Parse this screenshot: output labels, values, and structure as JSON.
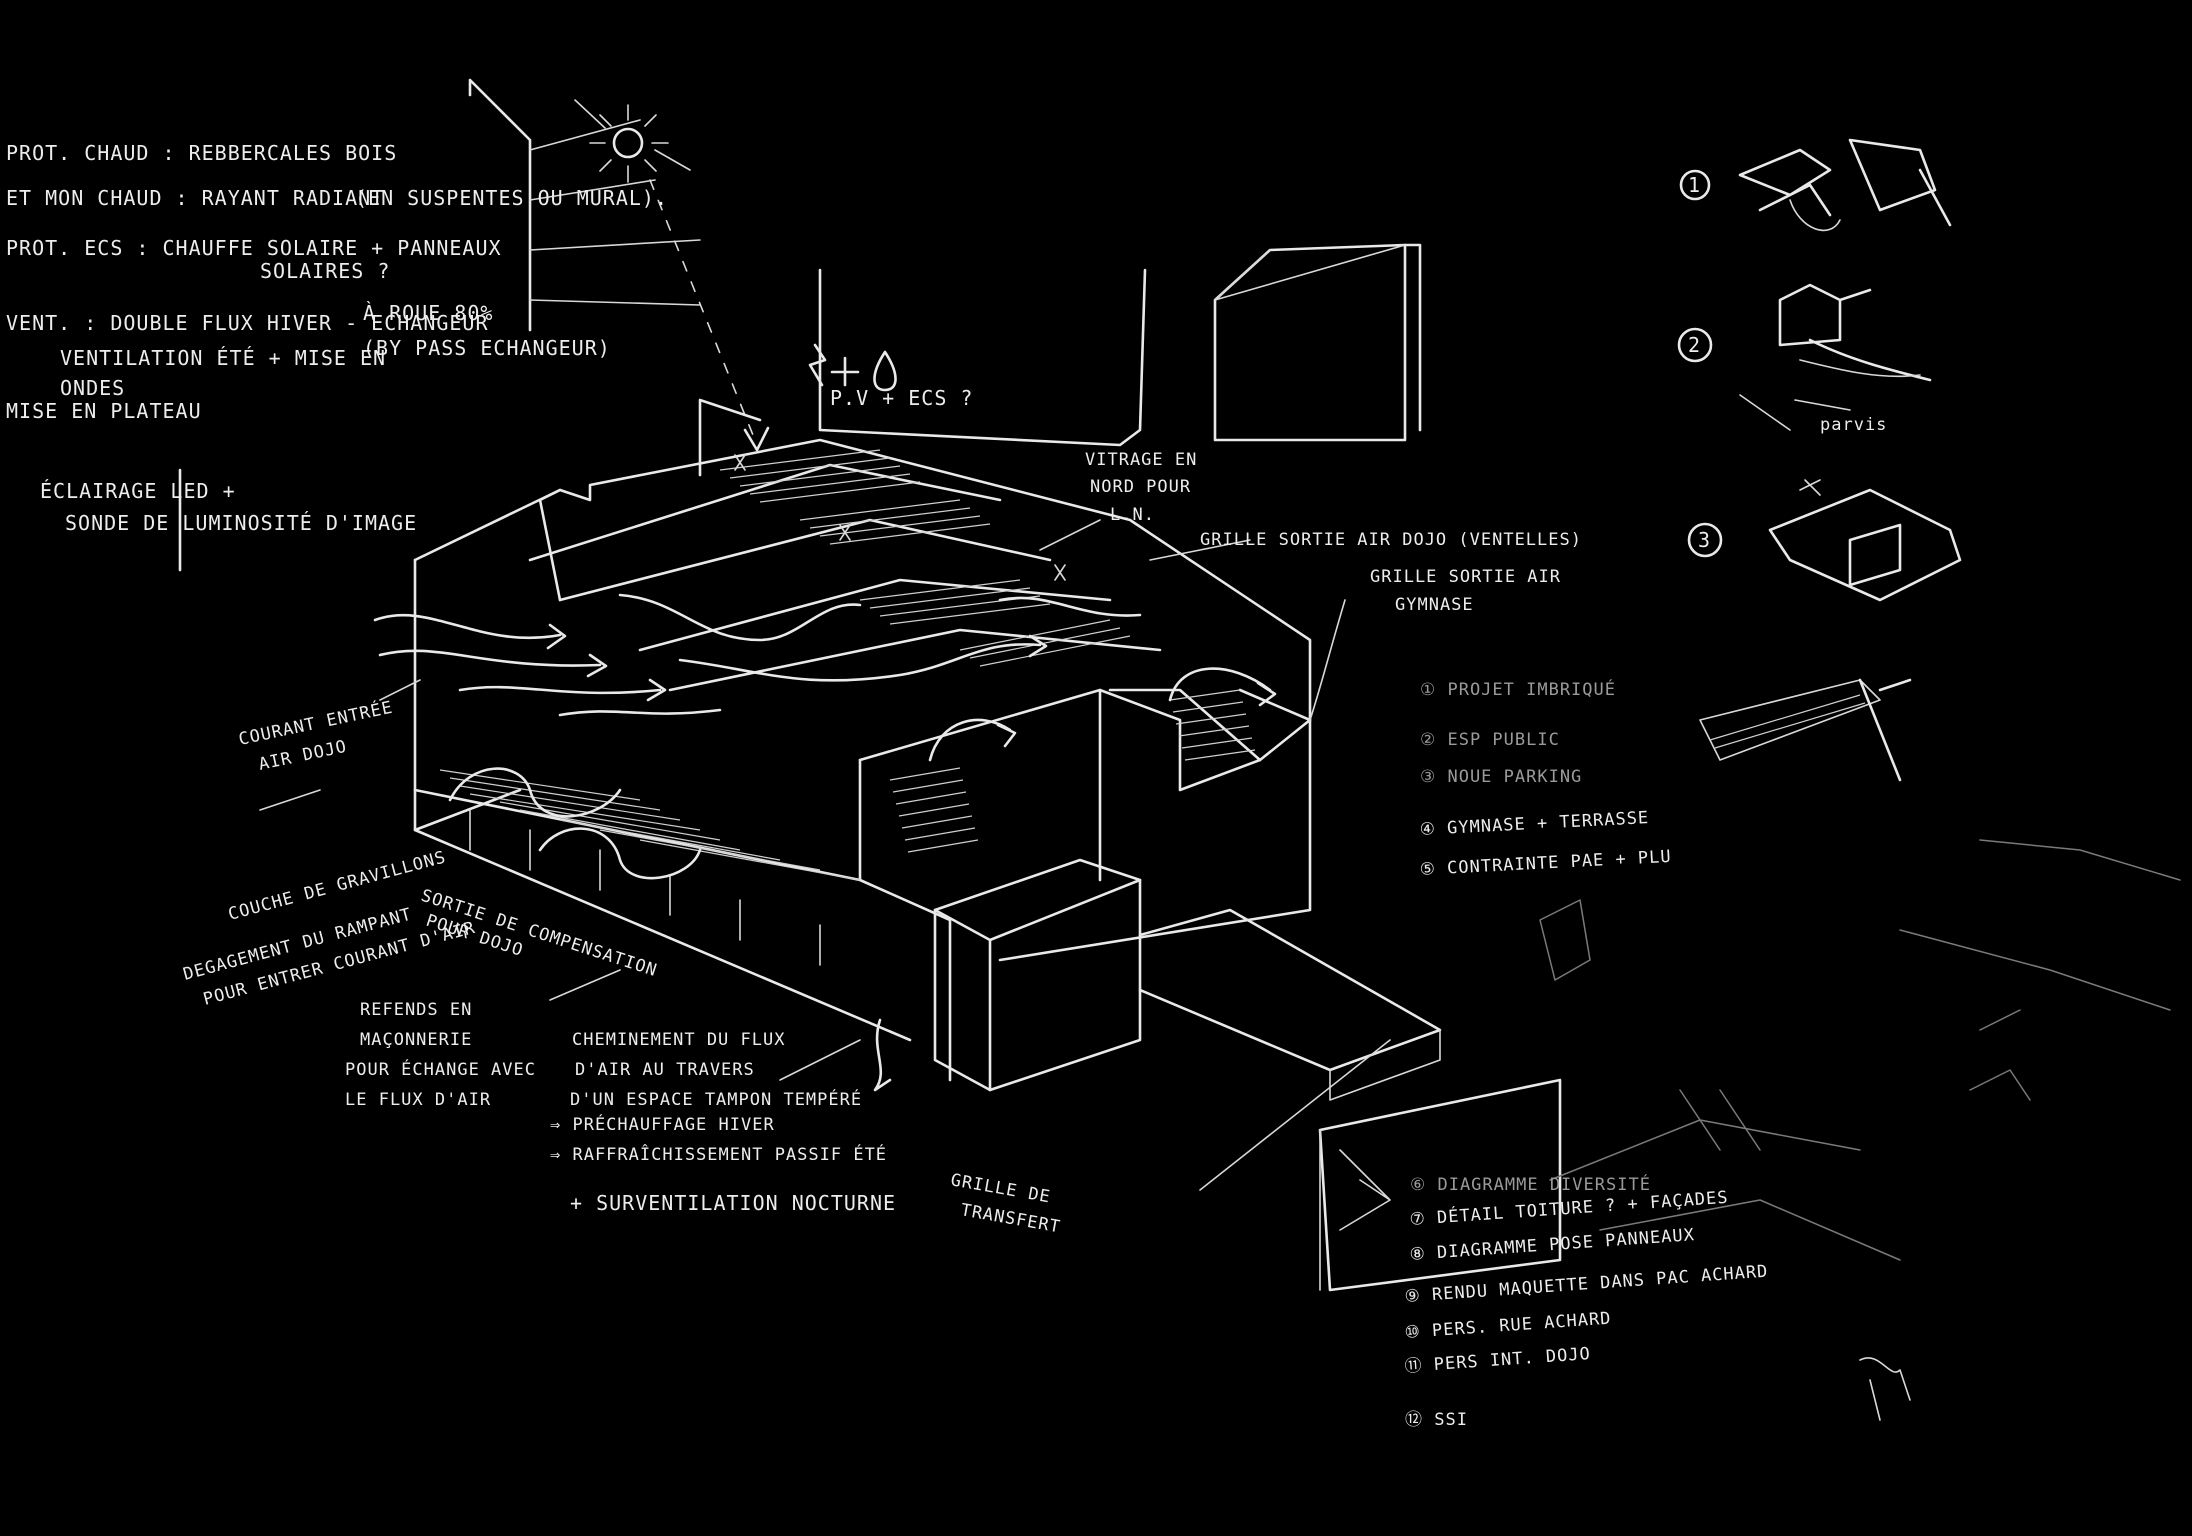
{
  "left_notes": [
    "PROT. CHAUD : REBBERCALES BOIS",
    "ET MON CHAUD : RAYANT RADIANT",
    "(EN SUSPENTES OU MURAL).",
    "PROT. ECS : CHAUFFE SOLAIRE + PANNEAUX",
    "SOLAIRES ?",
    "VENT. : DOUBLE FLUX HIVER - ECHANGEUR",
    "À ROUE 80%",
    "VENTILATION ÉTÉ + MISE EN",
    "(BY PASS ECHANGEUR)",
    "ONDES",
    "MISE EN PLATEAU",
    "ÉCLAIRAGE LED +",
    "SONDE DE LUMINOSITÉ D'IMAGE"
  ],
  "diagram_notes": {
    "sun_label": "P.V + ECS ?",
    "vitrage": [
      "VITRAGE EN",
      "NORD POUR",
      "L.N."
    ],
    "grille_dojo": "GRILLE SORTIE AIR DOJO (VENTELLES)",
    "grille_gym": [
      "GRILLE SORTIE AIR",
      "GYMNASE"
    ],
    "courant": [
      "COURANT ENTRÉE",
      "AIR DOJO"
    ],
    "couche": "COUCHE DE GRAVILLONS",
    "degagement": [
      "DEGAGEMENT DU RAMPANT",
      "POUR ENTRER COURANT D'AIR"
    ],
    "sortie": [
      "SORTIE DE COMPENSATION",
      "POUR DOJO"
    ],
    "refends": [
      "REFENDS EN",
      "MAÇONNERIE",
      "POUR ÉCHANGE AVEC",
      "LE FLUX D'AIR"
    ],
    "cheminement": [
      "CHEMINEMENT DU FLUX",
      "D'AIR AU TRAVERS",
      "D'UN ESPACE TAMPON TEMPÉRÉ",
      "⇒ PRÉCHAUFFAGE HIVER",
      "⇒ RAFFRAÎCHISSEMENT PASSIF ÉTÉ"
    ],
    "surventilation": "+ SURVENTILATION NOCTURNE",
    "grille_transfert": [
      "GRILLE DE",
      "TRANSFERT"
    ]
  },
  "concept_sketches": [
    {
      "number": "1"
    },
    {
      "number": "2",
      "label": "parvis"
    },
    {
      "number": "3"
    }
  ],
  "checklist_top": [
    "① PROJET IMBRIQUÉ",
    "② ESP PUBLIC",
    "③ NOUE PARKING",
    "④ GYMNASE + TERRASSE",
    "⑤ CONTRAINTE PAE + PLU"
  ],
  "checklist_bottom": [
    "⑥ DIAGRAMME DIVERSITÉ",
    "⑦ DÉTAIL TOITURE ? + FAÇADES",
    "⑧ DIAGRAMME POSE PANNEAUX",
    "⑨ RENDU MAQUETTE DANS PAC ACHARD",
    "⑩ PERS. RUE ACHARD",
    "⑪ PERS INT. DOJO",
    "⑫ SSI"
  ],
  "colors": {
    "background": "#000000",
    "chalk": "#e9e9e9"
  }
}
